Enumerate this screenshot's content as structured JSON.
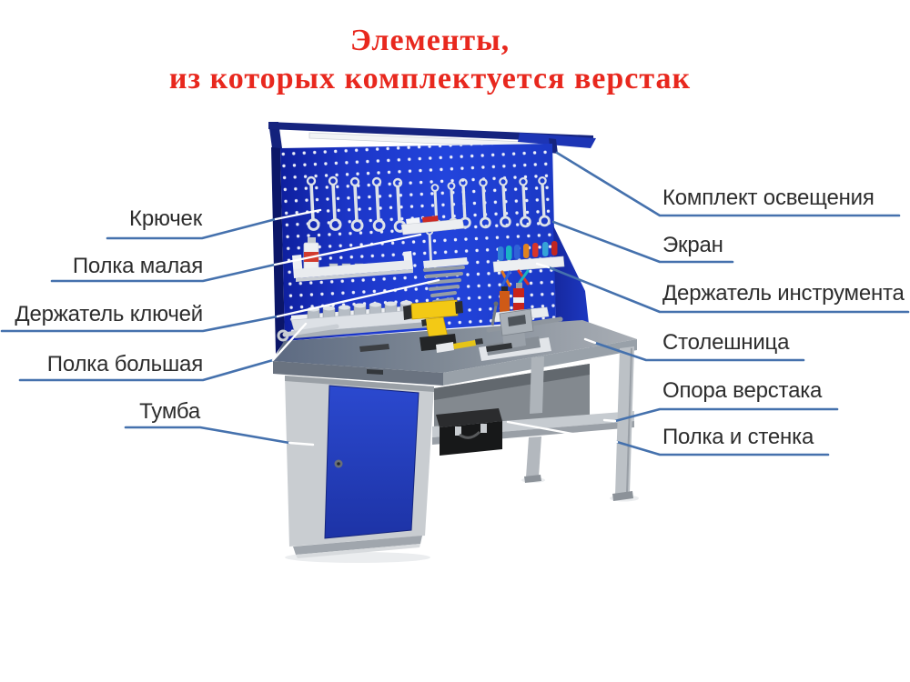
{
  "title": {
    "line1": "Элементы,",
    "line2": "из которых комплектуется верстак"
  },
  "labels": {
    "left": [
      {
        "id": "kryuchek",
        "text": "Крючек"
      },
      {
        "id": "polka-malaya",
        "text": "Полка малая"
      },
      {
        "id": "derzhatel-klyuchey",
        "text": "Держатель ключей"
      },
      {
        "id": "polka-bolshaya",
        "text": "Полка большая"
      },
      {
        "id": "tumba",
        "text": "Тумба"
      }
    ],
    "right": [
      {
        "id": "komplekt-osveshcheniya",
        "text": "Комплект освещения"
      },
      {
        "id": "ekran",
        "text": "Экран"
      },
      {
        "id": "derzhatel-instrumenta",
        "text": "Держатель инструмента"
      },
      {
        "id": "stoleshnitsa",
        "text": "Столешница"
      },
      {
        "id": "opora-verstaka",
        "text": "Опора верстака"
      },
      {
        "id": "polka-i-stenka",
        "text": "Полка и стенка"
      }
    ]
  },
  "colors": {
    "title_red": "#e8281e",
    "leader_line_blue": "#4571ad",
    "leader_line_white": "#ffffff",
    "label_text": "#2d2d2d",
    "pegboard_blue": "#1e3ed0",
    "cabinet_door_blue": "#2440c0",
    "frame_navy": "#13217c",
    "tabletop_gray": "#8d96a0",
    "cabinet_body_gray": "#c9cdd1"
  }
}
